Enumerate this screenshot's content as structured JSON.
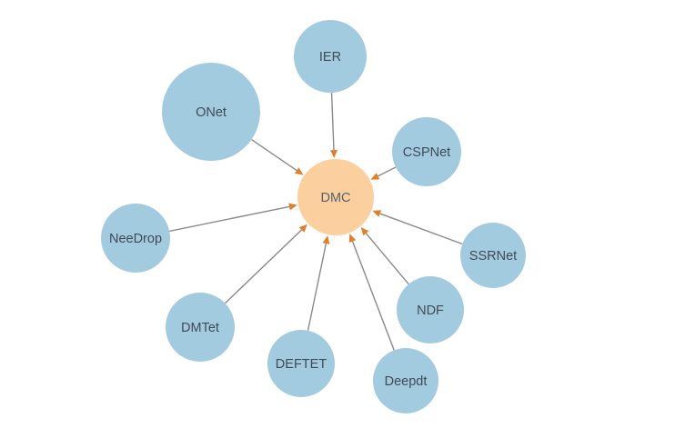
{
  "graph": {
    "colors": {
      "node": "#a3cbe0",
      "center": "#fccf9f",
      "edge": "#8a8a8a",
      "arrow": "#e07f2c"
    },
    "center": {
      "id": "dmc",
      "label": "DMC"
    },
    "nodes": [
      {
        "id": "ier",
        "label": "IER"
      },
      {
        "id": "onet",
        "label": "ONet"
      },
      {
        "id": "cspnet",
        "label": "CSPNet"
      },
      {
        "id": "needrop",
        "label": "NeeDrop"
      },
      {
        "id": "ssrnet",
        "label": "SSRNet"
      },
      {
        "id": "dmtet",
        "label": "DMTet"
      },
      {
        "id": "ndf",
        "label": "NDF"
      },
      {
        "id": "deftet",
        "label": "DEFTET"
      },
      {
        "id": "deepdt",
        "label": "Deepdt"
      }
    ],
    "edges": [
      {
        "source": "ier",
        "target": "dmc"
      },
      {
        "source": "onet",
        "target": "dmc"
      },
      {
        "source": "cspnet",
        "target": "dmc"
      },
      {
        "source": "needrop",
        "target": "dmc"
      },
      {
        "source": "ssrnet",
        "target": "dmc"
      },
      {
        "source": "dmtet",
        "target": "dmc"
      },
      {
        "source": "ndf",
        "target": "dmc"
      },
      {
        "source": "deftet",
        "target": "dmc"
      },
      {
        "source": "deepdt",
        "target": "dmc"
      }
    ]
  }
}
